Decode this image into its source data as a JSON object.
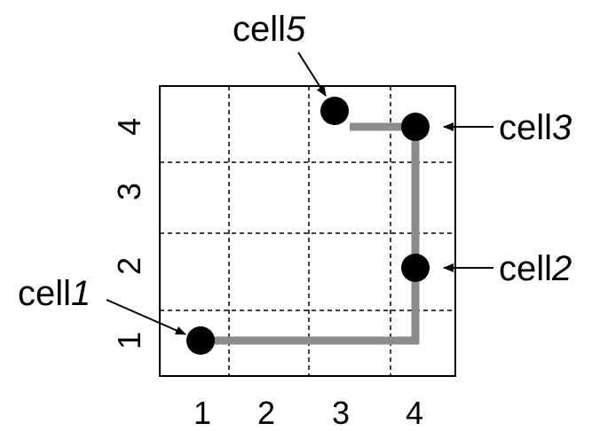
{
  "diagram": {
    "x_ticks": [
      "1",
      "2",
      "3",
      "4"
    ],
    "y_ticks": [
      "1",
      "2",
      "3",
      "4"
    ],
    "cells": [
      {
        "prefix": "cell",
        "num": "1",
        "col": 1,
        "row": 1
      },
      {
        "prefix": "cell",
        "num": "2",
        "col": 4,
        "row": 2
      },
      {
        "prefix": "cell",
        "num": "3",
        "col": 4,
        "row": 4
      },
      {
        "prefix": "cell",
        "num": "5",
        "col": 3,
        "row": 4
      }
    ],
    "colors": {
      "path": "#8c8c8c",
      "point": "#000000",
      "grid": "#000000"
    }
  }
}
